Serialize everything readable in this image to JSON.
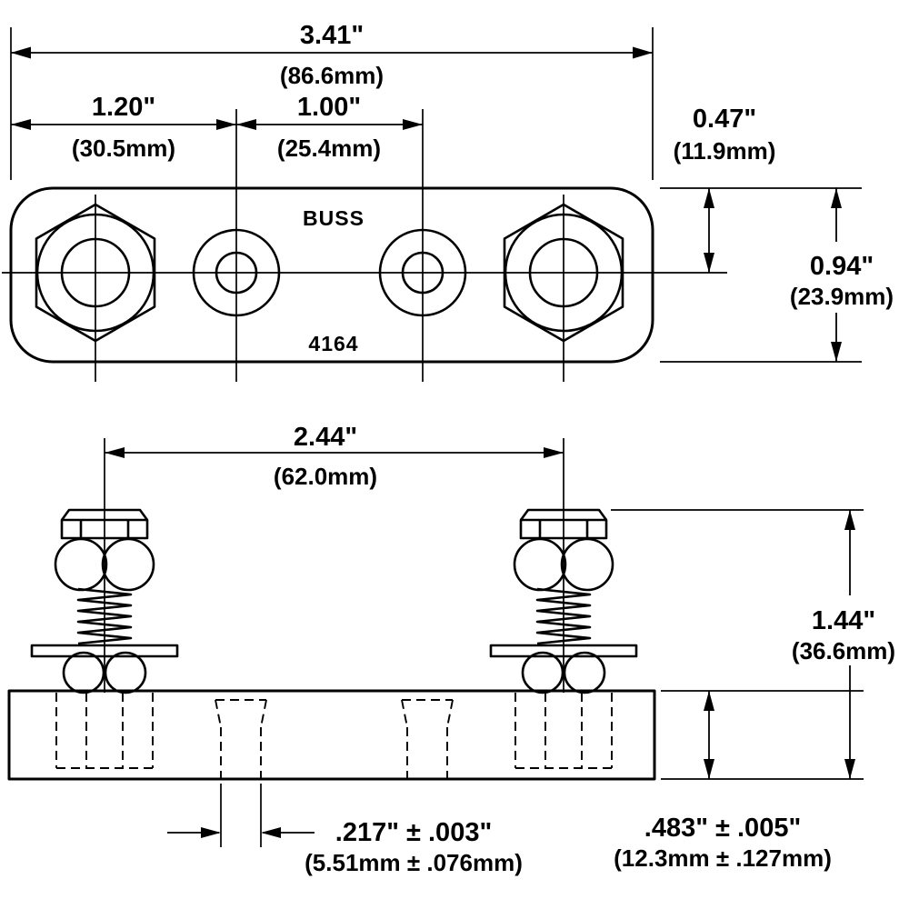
{
  "views": {
    "top": {
      "brand": "BUSS",
      "part_number": "4164"
    }
  },
  "dims": {
    "overall_length": {
      "in": "3.41\"",
      "mm": "(86.6mm)"
    },
    "left_edge_to_terminal": {
      "in": "1.20\"",
      "mm": "(30.5mm)"
    },
    "terminal_spacing": {
      "in": "1.00\"",
      "mm": "(25.4mm)"
    },
    "top_edge_to_centerline": {
      "in": "0.47\"",
      "mm": "(11.9mm)"
    },
    "overall_width": {
      "in": "0.94\"",
      "mm": "(23.9mm)"
    },
    "stud_spacing": {
      "in": "2.44\"",
      "mm": "(62.0mm)"
    },
    "overall_height": {
      "in": "1.44\"",
      "mm": "(36.6mm)"
    },
    "mounting_hole_dia": {
      "in": ".217\" ± .003\"",
      "mm": "(5.51mm ± .076mm)"
    },
    "base_thickness": {
      "in": ".483\" ± .005\"",
      "mm": "(12.3mm ± .127mm)"
    }
  },
  "colors": {
    "ink": "#000000",
    "paper": "#ffffff"
  }
}
